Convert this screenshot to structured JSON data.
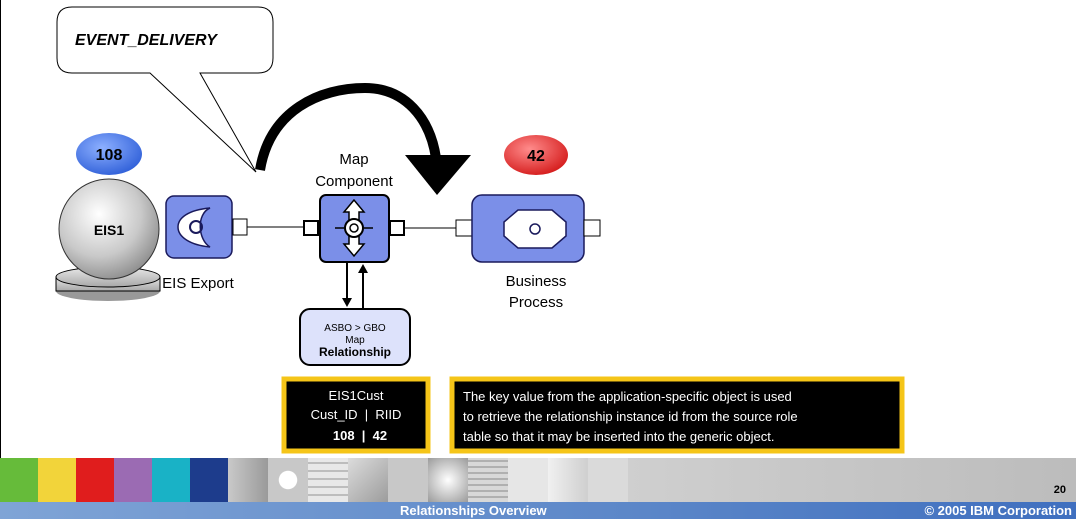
{
  "callout": {
    "text": "EVENT_DELIVERY"
  },
  "eis": {
    "badge": "108",
    "label": "EIS1",
    "badge_color": "#4a7fe0"
  },
  "eis_export": {
    "label": "EIS Export"
  },
  "map_component": {
    "label_line1": "Map",
    "label_line2": "Component"
  },
  "business_process": {
    "badge": "42",
    "label_line1": "Business",
    "label_line2": "Process",
    "badge_color": "#e23030"
  },
  "relationship": {
    "line1": "ASBO > GBO",
    "line2": "Map",
    "line3": "Relationship"
  },
  "table": {
    "title": "EIS1Cust",
    "header": "Cust_ID  |  RIID",
    "row": "108  |  42"
  },
  "note": {
    "text": [
      "The key value from the application-specific object is used",
      "to retrieve the relationship instance id from the source role",
      "table so that it may be inserted into the generic object."
    ]
  },
  "footer": {
    "title": "Relationships Overview",
    "page_number": "20",
    "copyright": "© 2005 IBM Corporation"
  },
  "colors": {
    "component_fill": "#7b8fe8",
    "component_border": "#1a1a5c",
    "highlight": "#f5c518"
  }
}
